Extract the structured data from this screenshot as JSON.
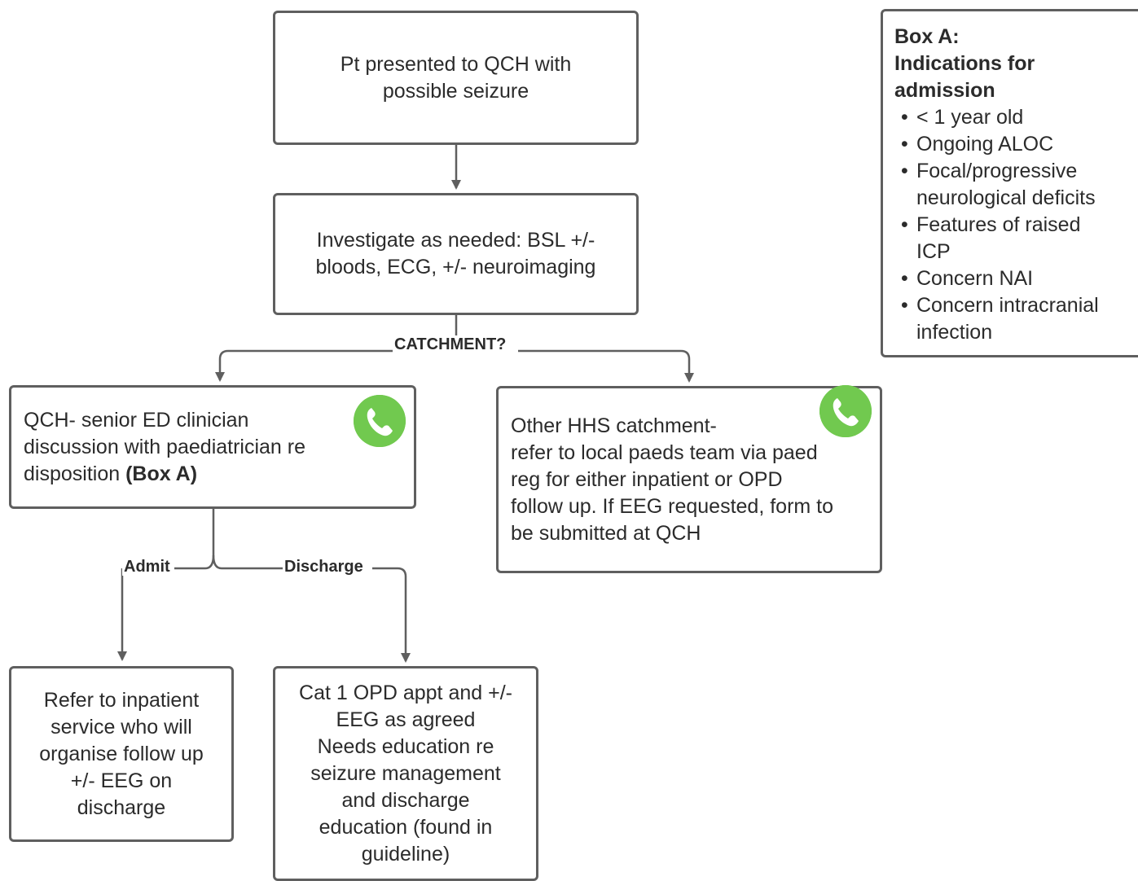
{
  "nodes": {
    "presentation": {
      "lines": [
        "Pt presented to QCH with",
        "possible seizure"
      ]
    },
    "investigate": {
      "lines": [
        "Investigate as needed: BSL +/-",
        "bloods, ECG, +/- neuroimaging"
      ]
    },
    "qch_discussion": {
      "lines": [
        "QCH- senior ED clinician",
        "discussion with paediatrician re"
      ],
      "line3_prefix": "disposition ",
      "line3_bold": "(Box A)"
    },
    "other_hhs": {
      "lines": [
        "Other HHS catchment-",
        "refer to local paeds team via paed",
        "reg for either inpatient or OPD",
        "follow up. If EEG requested, form to",
        "be submitted at QCH"
      ]
    },
    "admit_outcome": {
      "lines": [
        "Refer to inpatient",
        "service who will",
        "organise follow up",
        "+/- EEG on",
        "discharge"
      ]
    },
    "discharge_outcome": {
      "lines": [
        "Cat 1 OPD appt and +/-",
        "EEG as agreed",
        "Needs education re",
        "seizure management",
        "and discharge",
        "education (found in",
        "guideline)"
      ]
    }
  },
  "edge_labels": {
    "catchment": "CATCHMENT?",
    "admit": "Admit",
    "discharge": "Discharge"
  },
  "box_a": {
    "title_lines": [
      "Box A:",
      "Indications for",
      "admission"
    ],
    "items": [
      {
        "lines": [
          "< 1 year old"
        ]
      },
      {
        "lines": [
          "Ongoing ALOC"
        ]
      },
      {
        "lines": [
          "Focal/progressive",
          "neurological deficits"
        ]
      },
      {
        "lines": [
          "Features of raised",
          "ICP"
        ]
      },
      {
        "lines": [
          "Concern NAI"
        ]
      },
      {
        "lines": [
          "Concern intracranial",
          "infection"
        ]
      }
    ]
  },
  "icons": {
    "phone_icon": "phone-icon",
    "phone_badge_color": "#71c94f"
  },
  "colors": {
    "border": "#5f5f5f",
    "text": "#2b2b2b",
    "background": "#ffffff"
  }
}
